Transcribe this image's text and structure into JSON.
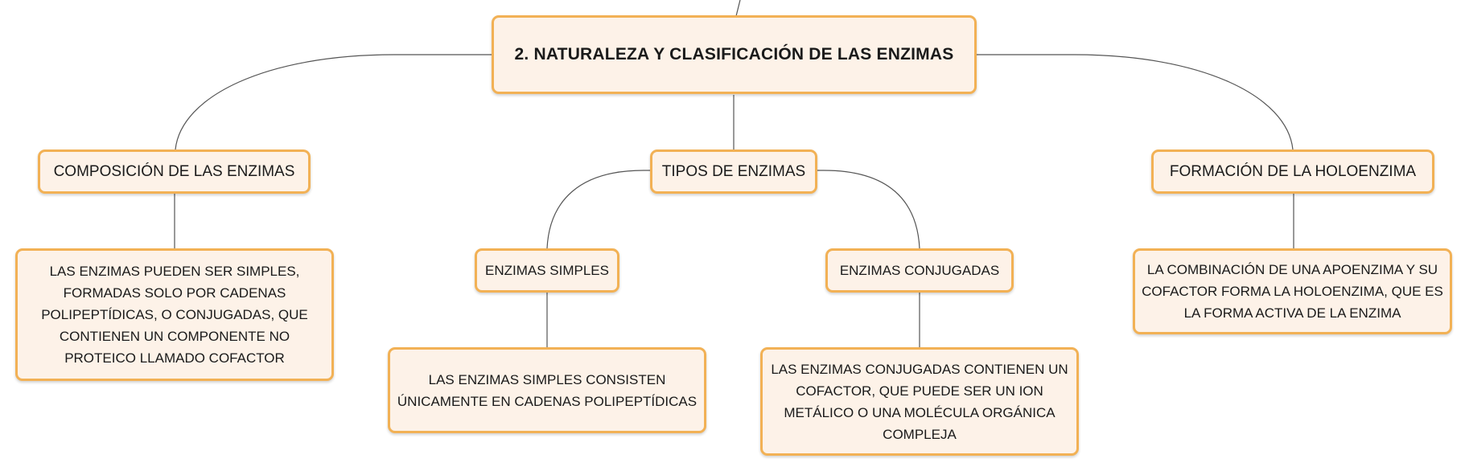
{
  "diagram": {
    "accent_color": "#f2b155",
    "node_fill": "#fdf2e8",
    "root": {
      "label": "2. NATURALEZA Y CLASIFICACIÓN DE LAS ENZIMAS"
    },
    "composicion": {
      "label": "COMPOSICIÓN DE LAS ENZIMAS",
      "text": "LAS ENZIMAS PUEDEN SER SIMPLES, FORMADAS SOLO POR CADENAS POLIPEPTÍDICAS, O CONJUGADAS, QUE CONTIENEN UN COMPONENTE NO PROTEICO LLAMADO COFACTOR"
    },
    "tipos": {
      "label": "TIPOS DE ENZIMAS",
      "simples": {
        "label": "ENZIMAS SIMPLES",
        "text": "LAS ENZIMAS SIMPLES CONSISTEN ÚNICAMENTE EN CADENAS POLIPEPTÍDICAS"
      },
      "conjugadas": {
        "label": "ENZIMAS CONJUGADAS",
        "text": "LAS ENZIMAS CONJUGADAS CONTIENEN UN COFACTOR, QUE PUEDE SER UN ION METÁLICO O UNA MOLÉCULA ORGÁNICA COMPLEJA"
      }
    },
    "holoenzima": {
      "label": "FORMACIÓN DE LA HOLOENZIMA",
      "text": "LA COMBINACIÓN DE UNA APOENZIMA Y SU COFACTOR FORMA LA HOLOENZIMA, QUE ES LA FORMA ACTIVA DE LA ENZIMA"
    }
  }
}
